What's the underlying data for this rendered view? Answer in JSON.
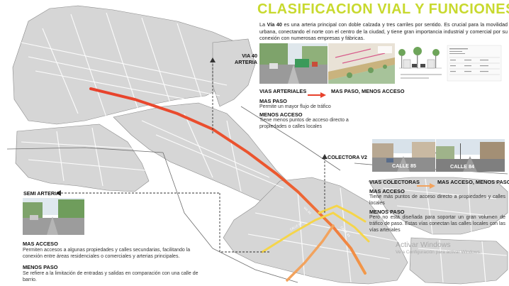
{
  "title": "CLASIFICACION  VIAL Y FUNCIONES",
  "intro": {
    "prefix": "La ",
    "bold": "Vía 40",
    "rest": " es una arteria principal con doble calzada y tres carriles por sentido. Es crucial para la movilidad urbana, conectando el norte con el centro de la ciudad, y tiene gran importancia industrial y comercial por su conexión con numerosas empresas y fábricas."
  },
  "arterial": {
    "label": "VIAS ARTERIALES",
    "summary": "MAS PASO, MENOS ACCESO",
    "mas_paso": {
      "heading": "MAS PASO",
      "text": "Permite un mayor flujo de tráfico"
    },
    "menos_acceso": {
      "heading": "MENOS ACCESO",
      "text": "Tiene menos puntos de acceso directo a propiedades o calles locales"
    }
  },
  "photos": {
    "calle85": "CALLE 85",
    "calle84": "CALLE 84"
  },
  "collector": {
    "label": "VIAS COLECTORAS",
    "summary": "MAS ACCESO, MENOS PASO",
    "mas_acceso": {
      "heading": "MAS ACCESO",
      "text": "Tiene más puntos de acceso directo a propiedades y calles locales"
    },
    "menos_paso": {
      "heading": "MENOS PASO",
      "text": "Pero no está diseñada para soportar un gran volumen de tráfico de paso. Estas vías conectan las calles locales con las vías arteriales"
    }
  },
  "callouts": {
    "via40_line1": "VIA 40",
    "via40_line2": "ARTERIA",
    "colectora": "COLECTORA V2",
    "semi_arteria": "SEMI ARTERIA"
  },
  "semi": {
    "mas_acceso": {
      "heading": "MAS ACCESO",
      "text": "Permiten accesos a algunas propiedades y calles secundarias, facilitando la conexión entre áreas residenciales o comerciales y arterias principales."
    },
    "menos_paso": {
      "heading": "MENOS PASO",
      "text": "Se refiere a la limitación de entradas y salidas en comparación con una calle de barrio."
    }
  },
  "watermark": {
    "title": "Activar Windows",
    "subtitle": "Ve a Configuración para activar Windows."
  },
  "colors": {
    "title_accent": "#c8d92e",
    "arterial_red": "#e8412c",
    "semi_orange": "#f2a35e",
    "collector_yellow": "#f5d54a"
  }
}
